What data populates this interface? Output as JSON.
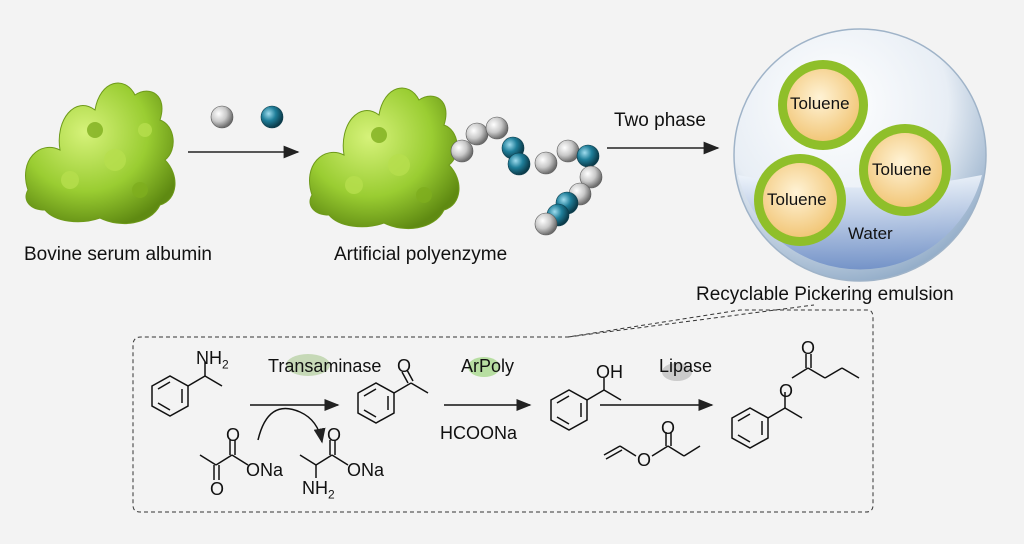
{
  "labels": {
    "bsa": "Bovine serum albumin",
    "polyenzyme": "Artificial polyenzyme",
    "two_phase": "Two phase",
    "emulsion": "Recyclable Pickering emulsion",
    "toluene_1": "Toluene",
    "toluene_2": "Toluene",
    "toluene_3": "Toluene",
    "water": "Water"
  },
  "reaction": {
    "step1_enzyme": "Transaminase",
    "step2_enzyme": "ArPoly",
    "step2_reagent": "HCOONa",
    "step3_enzyme": "Lipase",
    "amine_group": "NH",
    "amine_sub": "2",
    "pyruvate_na": "ONa",
    "alanine_na": "ONa",
    "alanine_nh": "NH",
    "alanine_sub": "2",
    "ketone_o": "O",
    "pyruvate_o1": "O",
    "pyruvate_o2": "O",
    "alanine_o": "O",
    "alcohol_oh": "OH",
    "ester_o1": "O",
    "ester_o2": "O",
    "vinyl_o1": "O",
    "vinyl_o2": "O"
  },
  "colors": {
    "protein": "#9acd32",
    "bead_gray": "#c8c8c8",
    "bead_teal": "#1f7e99",
    "toluene_fill": "#f7d79b",
    "water_fill": "#cfe2f5"
  },
  "polymer_chain_beads": [
    "gray",
    "gray",
    "gray",
    "teal",
    "teal",
    "gray",
    "gray",
    "teal",
    "gray",
    "gray",
    "teal",
    "teal",
    "gray"
  ]
}
